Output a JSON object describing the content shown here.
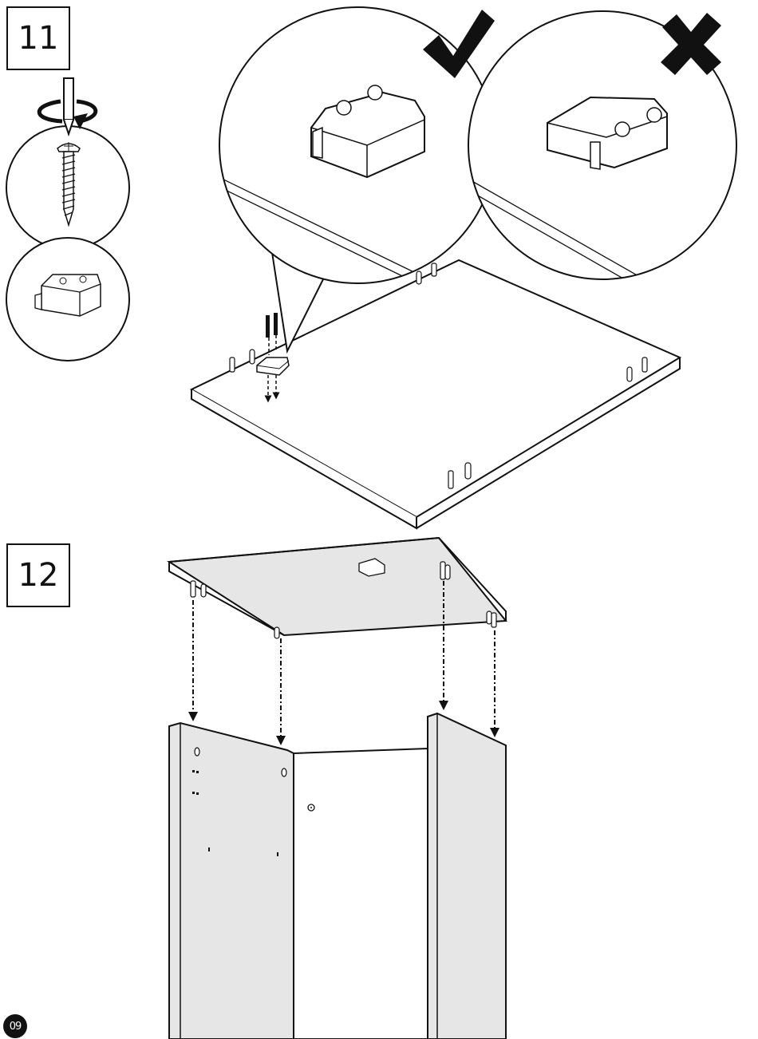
{
  "steps": [
    {
      "number": "11"
    },
    {
      "number": "12"
    }
  ],
  "page_number": "09",
  "icons": {
    "correct": "checkmark-icon",
    "incorrect": "cross-icon",
    "screwdriver": "screwdriver-icon",
    "rotation": "rotate-arrow-icon"
  },
  "colors": {
    "line": "#111111",
    "panel_fill": "#ffffff",
    "shaded_fill": "#e6e6e6"
  }
}
